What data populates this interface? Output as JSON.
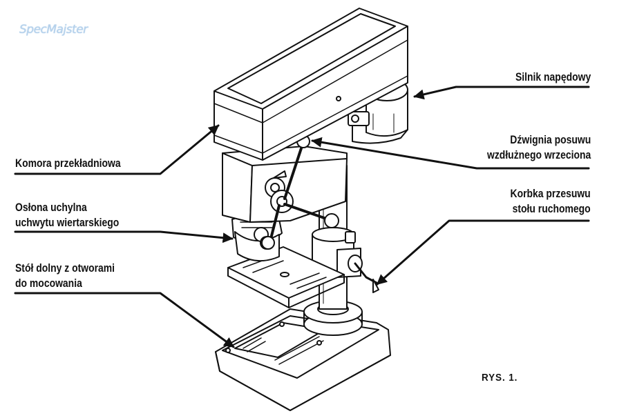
{
  "watermark": "SpecMajster",
  "figure_number": "RYS. 1.",
  "labels": {
    "motor": [
      "Silnik napędowy"
    ],
    "feed_lever": [
      "Dźwignia posuwu",
      "wzdłużnego wrzeciona"
    ],
    "gear_chamber": [
      "Komora przekładniowa"
    ],
    "chuck_guard": [
      "Osłona uchylna",
      "uchwytu wiertarskiego"
    ],
    "table_crank": [
      "Korbka przesuwu",
      "stołu ruchomego"
    ],
    "base_table": [
      "Stół dolny z otworami",
      "do mocowania"
    ]
  }
}
